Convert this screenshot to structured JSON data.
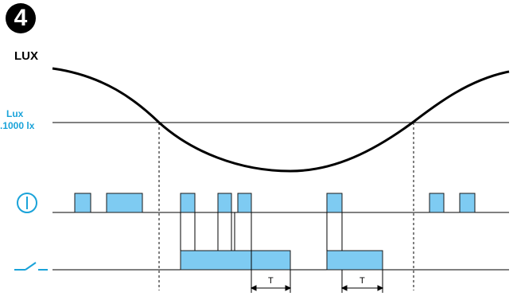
{
  "step": {
    "number": "4"
  },
  "labels": {
    "lux_axis": "LUX",
    "threshold_line1": "Lux",
    "threshold_line2": ".1000 lx",
    "delay_1": "T",
    "delay_2": "T"
  },
  "icons": {
    "push_button": "push-button-icon",
    "output_contact": "switch-contact-icon"
  },
  "colors": {
    "pulse_fill": "#7ecbf2",
    "pulse_stroke": "#1a1a1a",
    "accent": "#1aa3d9",
    "line": "#000000"
  }
}
